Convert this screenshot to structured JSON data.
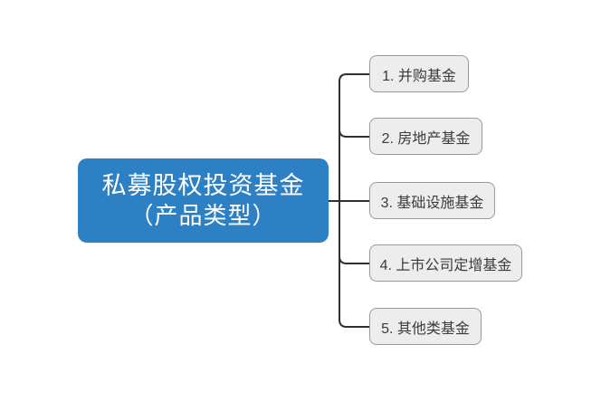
{
  "diagram": {
    "root": {
      "title_line1": "私募股权投资基金",
      "title_line2": "（产品类型）"
    },
    "branches": [
      {
        "label": "1. 并购基金"
      },
      {
        "label": "2. 房地产基金"
      },
      {
        "label": "3. 基础设施基金"
      },
      {
        "label": "4. 上市公司定增基金"
      },
      {
        "label": "5. 其他类基金"
      }
    ]
  },
  "colors": {
    "background": "#ffffff",
    "root_fill": "#2e80c4",
    "root_text": "#ffffff",
    "branch_fill": "#ededed",
    "branch_border": "#9a9a9a",
    "branch_text": "#3b3b3b",
    "connector": "#2f2f2f"
  }
}
